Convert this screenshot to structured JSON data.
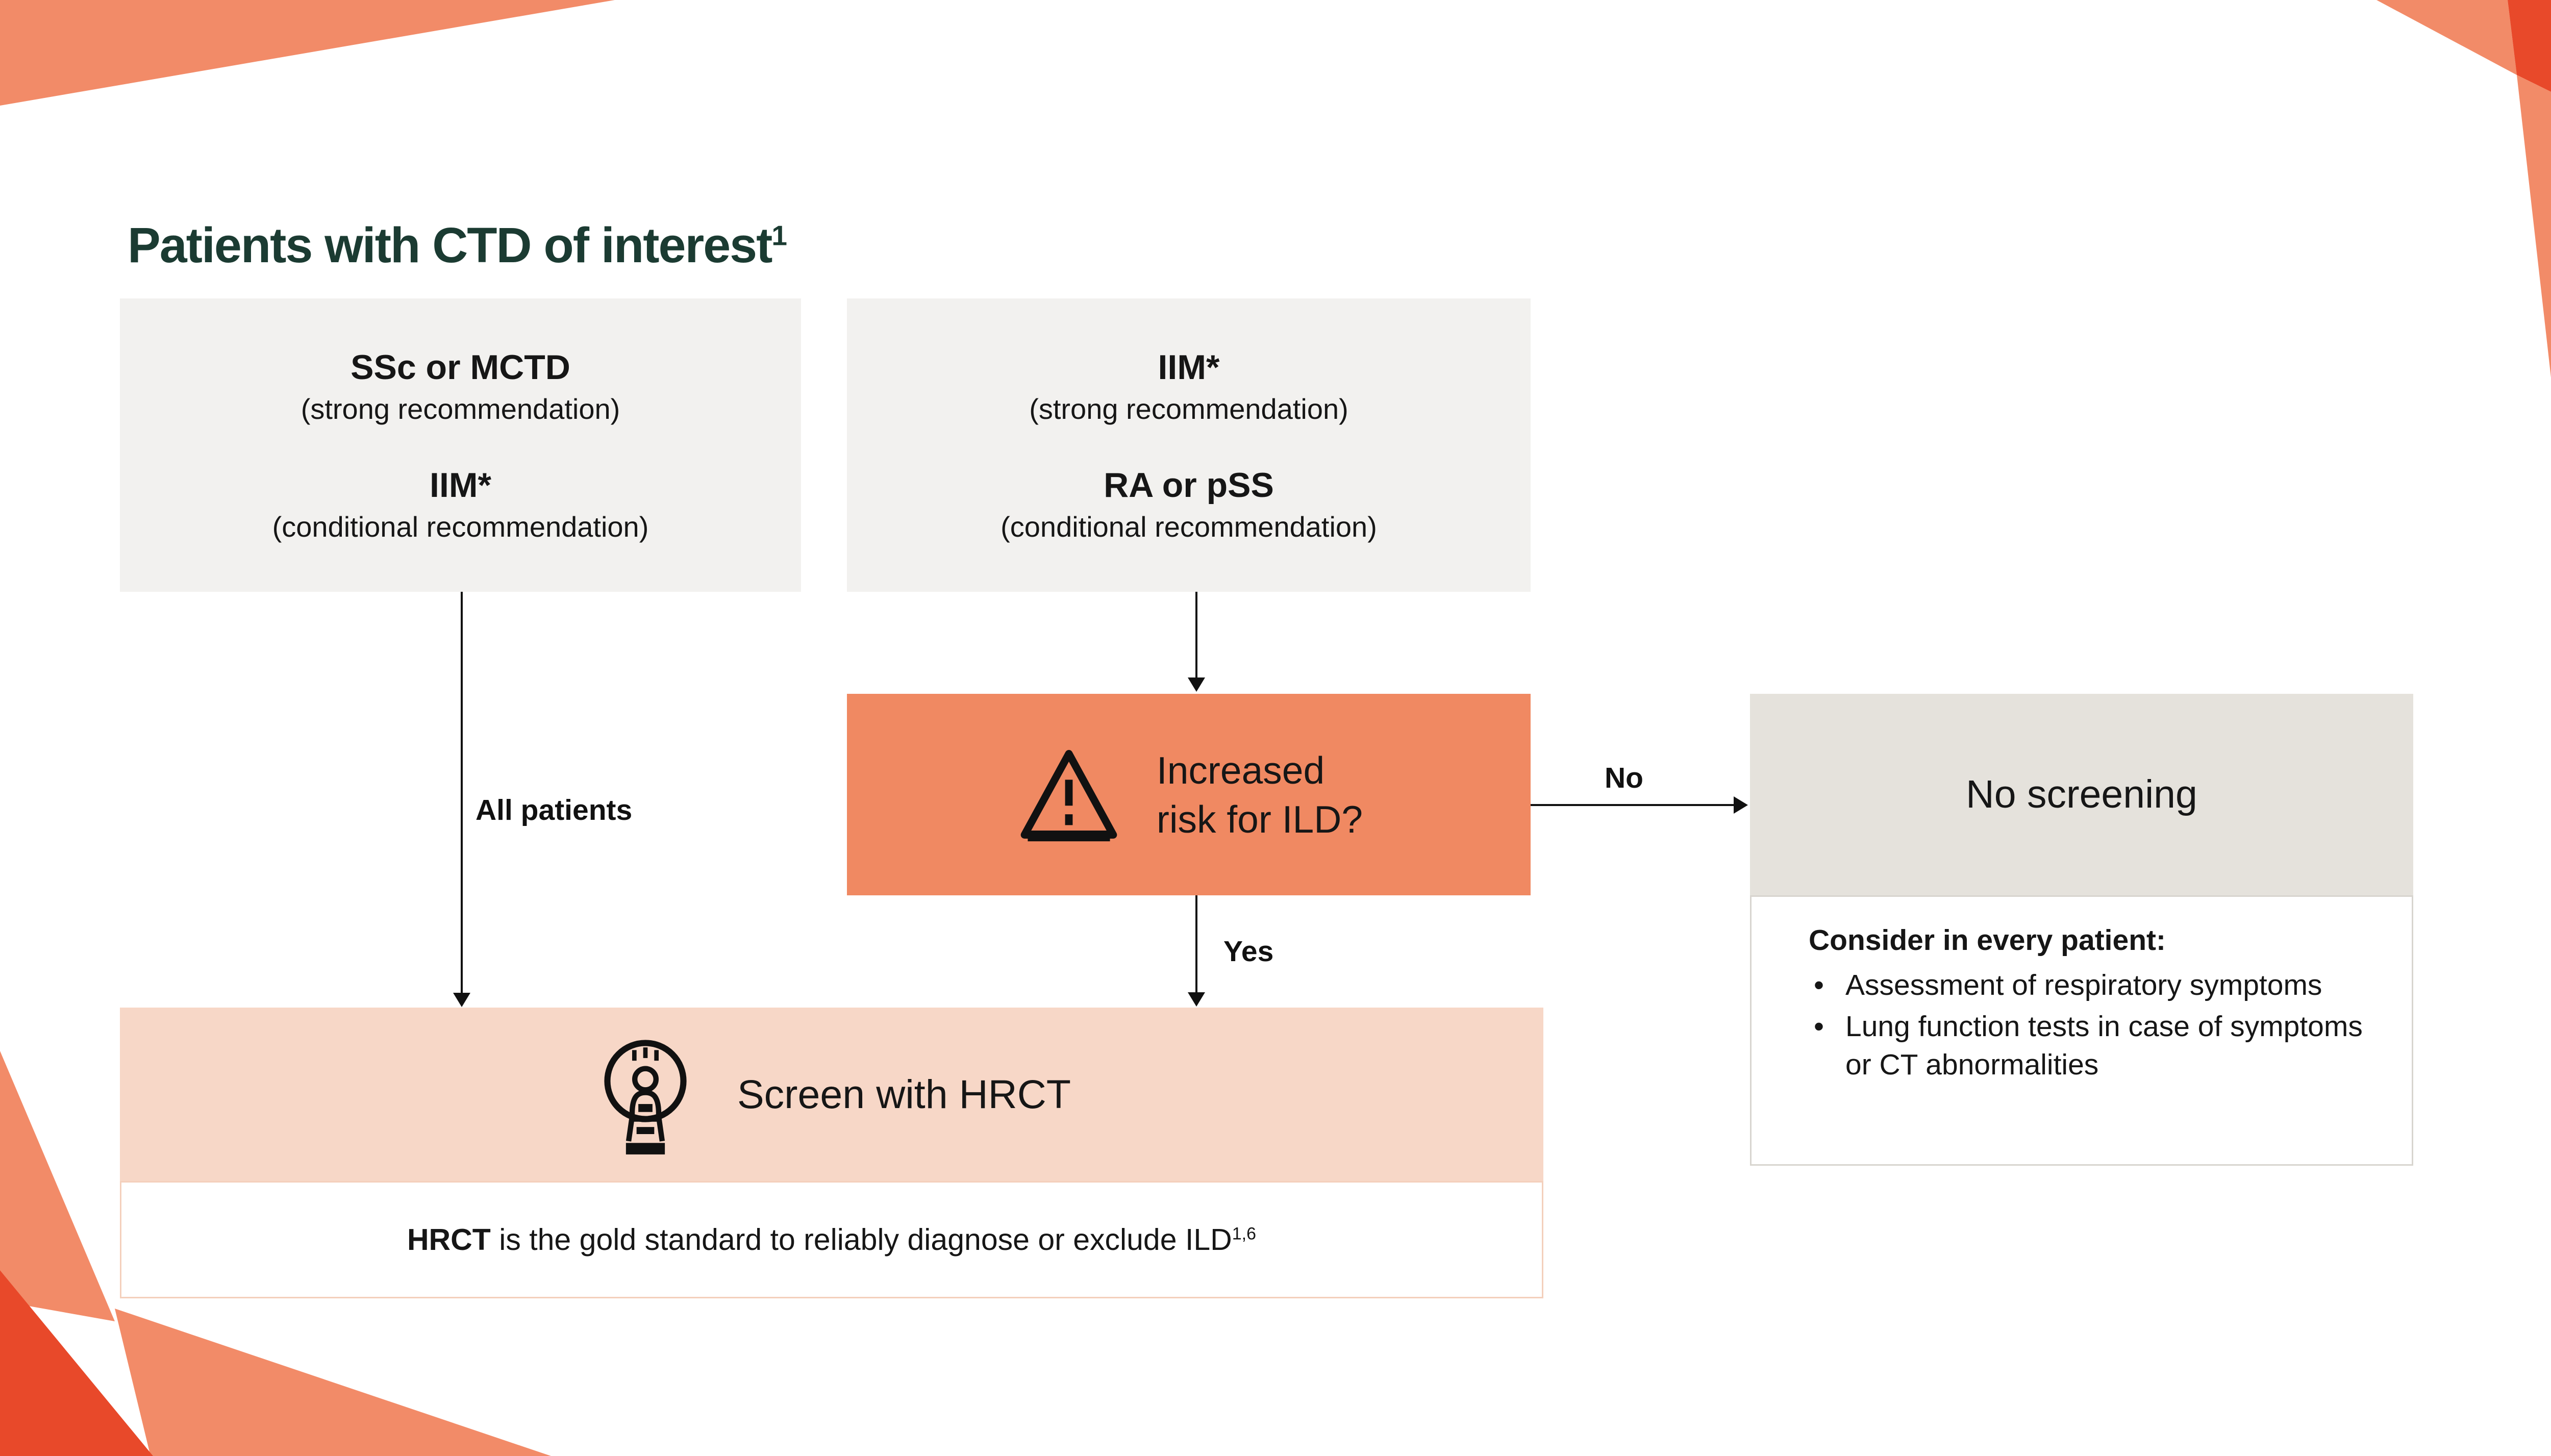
{
  "title": {
    "text": "Patients with CTD of interest",
    "sup": "1"
  },
  "cohorts": {
    "left": {
      "primary": "SSc or MCTD",
      "primary_note": "(strong recommendation)",
      "secondary": "IIM*",
      "secondary_note": "(conditional recommendation)"
    },
    "right": {
      "primary": "IIM*",
      "primary_note": "(strong recommendation)",
      "secondary": "RA or pSS",
      "secondary_note": "(conditional recommendation)"
    }
  },
  "risk_box": {
    "line1": "Increased",
    "line2": "risk for ILD?"
  },
  "labels": {
    "all_patients": "All patients",
    "no": "No",
    "yes": "Yes"
  },
  "no_screening_box": {
    "title": "No screening"
  },
  "consider_box": {
    "heading": "Consider in every patient:",
    "bullets": [
      "Assessment of respiratory symptoms",
      "Lung function tests in case of symptoms or CT abnormalities"
    ]
  },
  "screen_box": {
    "label": "Screen with HRCT"
  },
  "gold_standard": {
    "emphasis": "HRCT",
    "text": " is the gold standard to reliably diagnose or exclude ILD",
    "sup": "1,6"
  },
  "icons": {
    "warning": "warning-triangle-icon",
    "ct": "ct-scanner-icon"
  },
  "colors": {
    "accent_salmon": "#F28B68",
    "accent_dark_red": "#E8492A",
    "risk_box_bg": "#F08962",
    "screen_box_bg": "#F7D7C7",
    "cohort_box_bg": "#F2F1EF",
    "no_screening_bg": "#E5E2DC",
    "title_green": "#1B3B32",
    "text_dark": "#161616",
    "strip_border": "#F4D0BC",
    "consider_border": "#D8D5CF"
  }
}
